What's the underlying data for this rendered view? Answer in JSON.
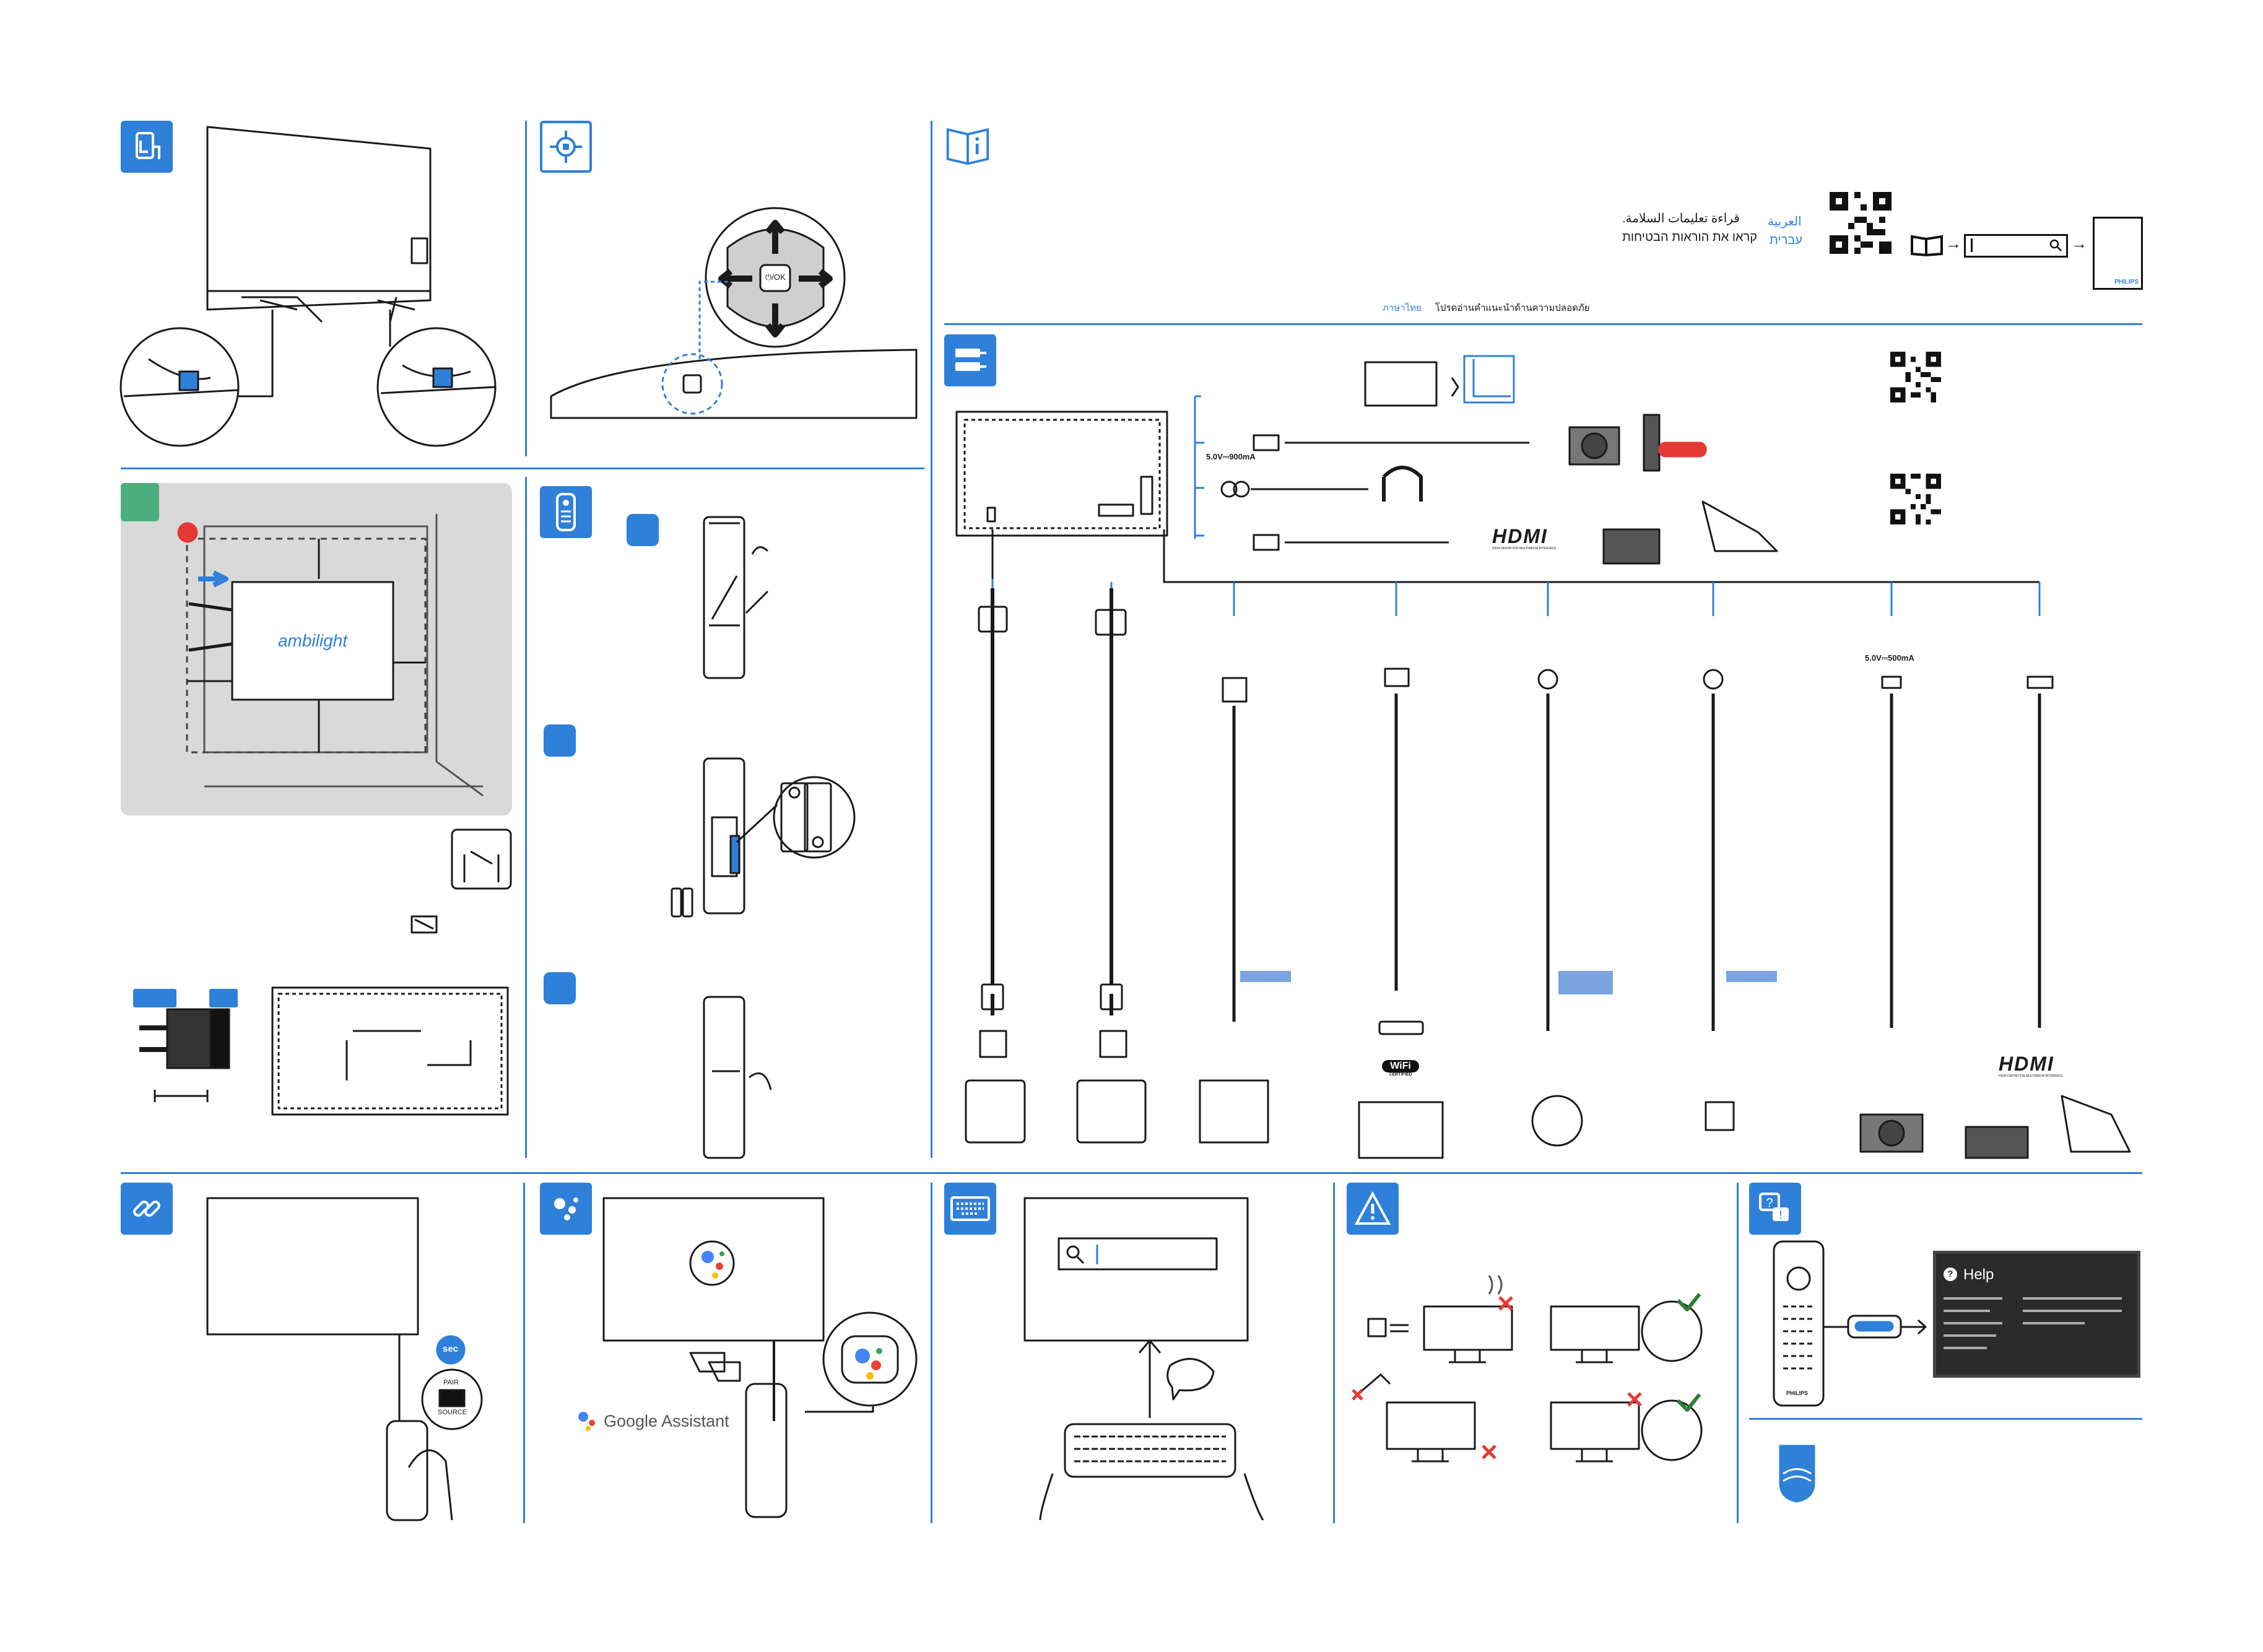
{
  "safety": {
    "arabic_lang": "العربية",
    "arabic_text": "قراءة تعليمات السلامة.",
    "hebrew_lang": "עברית",
    "hebrew_text": "קראו את הוראות הבטיחות",
    "thai_lang": "ภาษาไทย",
    "thai_text": "โปรดอ่านคำแนะนำด้านความปลอดภัย"
  },
  "brand": {
    "philips": "PHILIPS",
    "ambilight": "ambilight"
  },
  "remote": {
    "ok_label": "⏻/OK",
    "pair_label": "PAIR",
    "source_label": "SOURCE",
    "sec_label": "sec",
    "philips_label": "PHILIPS"
  },
  "connections": {
    "usb_top_power": "5.0V⎓900mA",
    "usb_bottom_power": "5.0V⎓500mA",
    "hdmi_logo": "HDMI",
    "hdmi_sub": "HIGH-DEFINITION MULTIMEDIA INTERFACE",
    "wifi_logo": "WiFi",
    "wifi_sub": "CERTIFIED"
  },
  "assistant": {
    "google_assistant": "Google Assistant"
  },
  "help": {
    "title": "Help"
  },
  "colors": {
    "accent": "#2f80d8",
    "wall_panel": "#d9d9d9",
    "green_badge": "#4caf7d",
    "red_warning": "#e53935",
    "help_bg": "#2b2b2b"
  }
}
